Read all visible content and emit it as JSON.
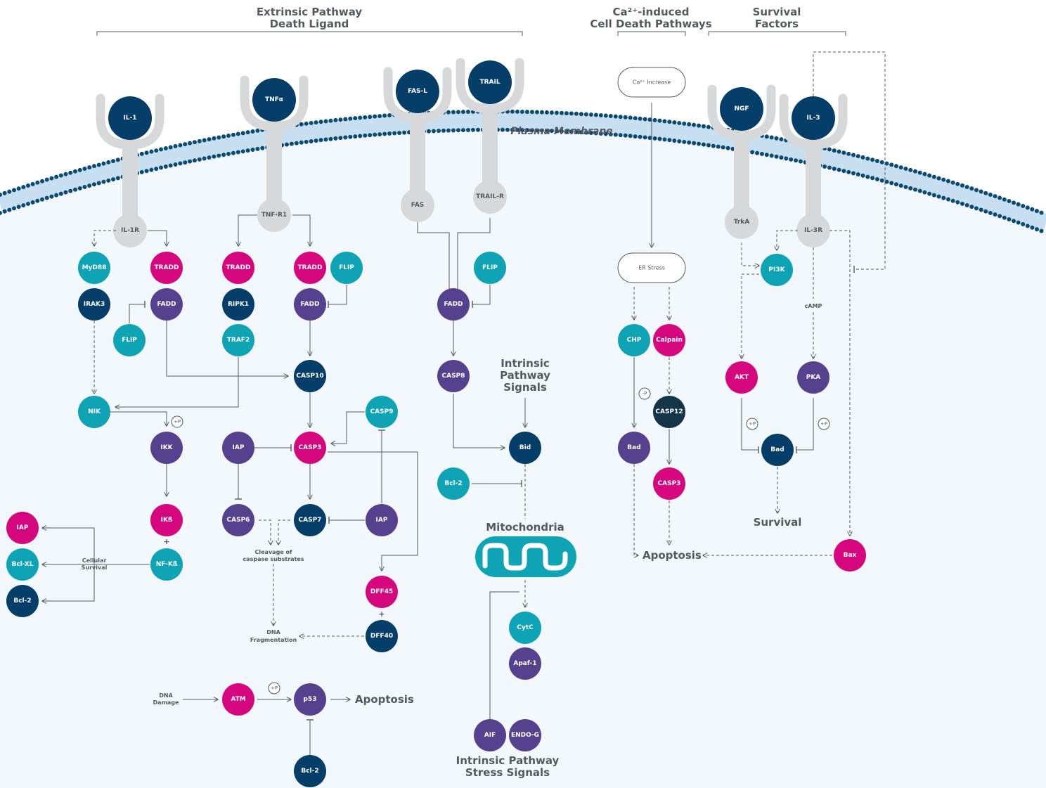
{
  "colors": {
    "navy": "#053f69",
    "magenta": "#d6077e",
    "teal": "#0ea4b6",
    "purple": "#56418f",
    "dark": "#143547",
    "receptor": "#d7d8d9",
    "membrane_dot": "#0b4a73",
    "membrane_band": "#c8dff2",
    "cell_fill": "#f3f8fc",
    "text": "#555a60"
  },
  "headers": {
    "extrinsic_1": "Extrinsic Pathway",
    "extrinsic_2": "Death Ligand",
    "ca_1": "Ca²⁺-induced",
    "ca_2": "Cell Death Pathways",
    "survival_1": "Survival",
    "survival_2": "Factors"
  },
  "membrane_label": "Plasma Membrane",
  "ligands": {
    "il1": "IL-1",
    "tnfa": "TNFα",
    "fasl": "FAS-L",
    "trail": "TRAIL",
    "ngf": "NGF",
    "il3": "IL-3"
  },
  "receptors": {
    "il1r": "IL-1R",
    "tnfr1": "TNF-R1",
    "fas": "FAS",
    "trailr": "TRAIL-R",
    "trka": "TrkA",
    "il3r": "IL-3R"
  },
  "nodes": {
    "myd88": "MyD88",
    "tradd1": "TRADD",
    "irak3": "IRAK3",
    "fadd1": "FADD",
    "flip1": "FLIP",
    "nik": "NIK",
    "ikk": "IKK",
    "ikb": "IKß",
    "nfkb": "NF-Kß",
    "iap_left": "IAP",
    "bclxl": "Bcl-XL",
    "bcl2_left": "Bcl-2",
    "tradd2": "TRADD",
    "ripk1": "RIPK1",
    "traf2": "TRAF2",
    "tradd3": "TRADD",
    "flip2": "FLIP",
    "fadd2": "FADD",
    "casp10": "CASP10",
    "casp9": "CASP9",
    "iap_mid": "IAP",
    "casp3": "CASP3",
    "casp6": "CASP6",
    "casp7": "CASP7",
    "iap_right": "IAP",
    "dff45": "DFF45",
    "dff40": "DFF40",
    "atm": "ATM",
    "p53": "p53",
    "bcl2_bottom": "Bcl-2",
    "flip3": "FLIP",
    "fadd3": "FADD",
    "casp8": "CASP8",
    "bid": "Bid",
    "bcl2_mid": "Bcl-2",
    "cytc": "CytC",
    "apaf1": "Apaf-1",
    "aif": "AIF",
    "endog": "ENDO-G",
    "chp": "CHP",
    "calpain": "Calpain",
    "casp12": "CASP12",
    "bad_ca": "Bad",
    "casp3_ca": "CASP3",
    "pi3k": "PI3K",
    "akt": "AKT",
    "pka": "PKA",
    "bad_surv": "Bad",
    "bax": "Bax"
  },
  "boxes": {
    "ca_increase": "Ca²⁺ Increase",
    "er_stress": "ER Stress"
  },
  "labels": {
    "cellular_1": "Cellular",
    "cellular_2": "Survival",
    "cleavage_1": "Cleavage of",
    "cleavage_2": "caspase substrates",
    "dna_frag_1": "DNA",
    "dna_frag_2": "Fragmentation",
    "dna_damage_1": "DNA",
    "dna_damage_2": "Damage",
    "camp": "cAMP",
    "plus_p": "+P",
    "minus_p": "-P",
    "plus": "+",
    "intrinsic_1": "Intrinsic",
    "intrinsic_2": "Pathway",
    "intrinsic_3": "Signals",
    "mitochondria": "Mitochondria",
    "stress_1": "Intrinsic Pathway",
    "stress_2": "Stress Signals",
    "apoptosis_p53": "Apoptosis",
    "apoptosis_ca": "Apoptosis",
    "survival": "Survival"
  }
}
